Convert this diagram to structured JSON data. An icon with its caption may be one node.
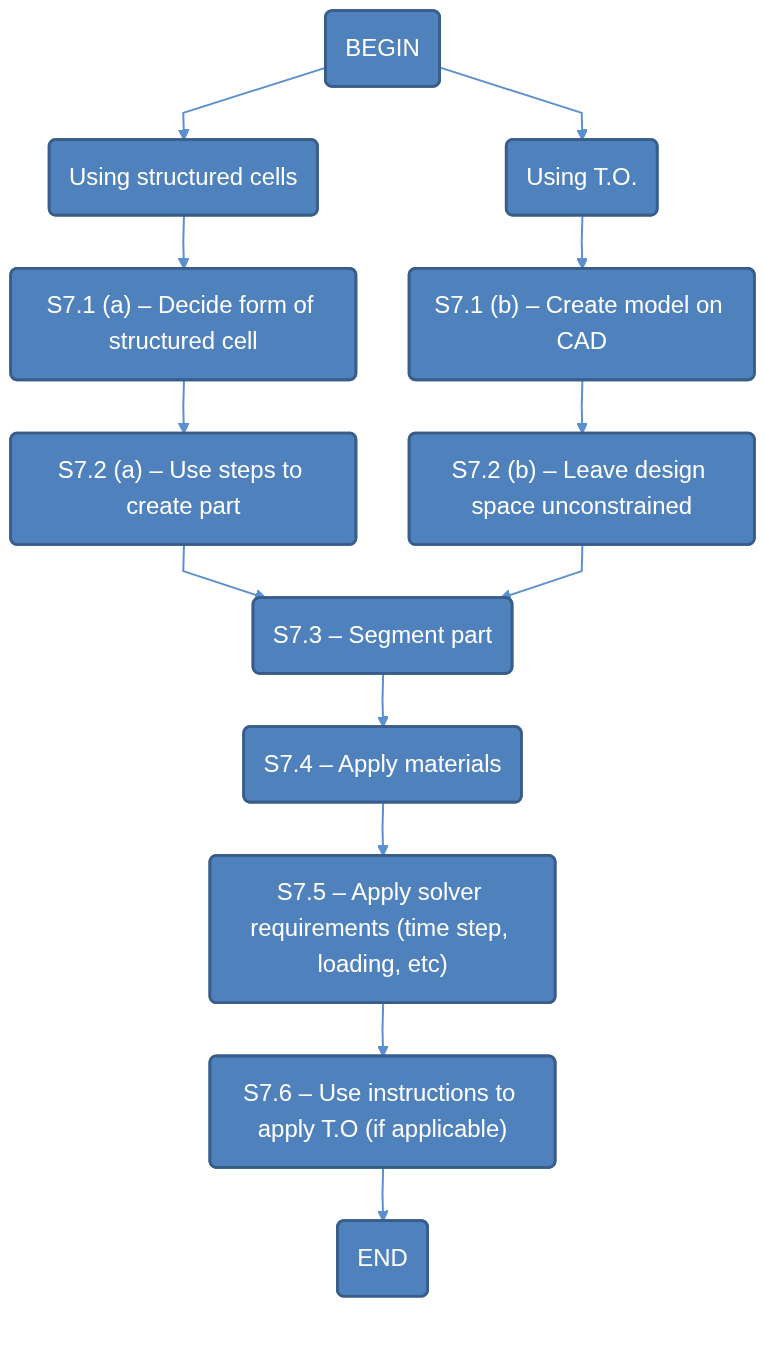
{
  "diagram": {
    "nodes": [
      {
        "text": [
          "BEGIN"
        ]
      },
      {
        "text": [
          "Using structured cells"
        ]
      },
      {
        "text": [
          "Using T.O."
        ]
      },
      {
        "text": [
          "S7.1 (a) – Decide form of structured cell"
        ]
      },
      {
        "text": [
          "S7.1 (b) – Create model on CAD"
        ]
      },
      {
        "text": [
          "S7.2 (a) – Use steps to create part"
        ]
      },
      {
        "text": [
          "S7.2 (b) – Leave design space unconstrained"
        ]
      },
      {
        "text": [
          "S7.3 – Segment part"
        ]
      },
      {
        "text": [
          "S7.4 – Apply materials"
        ]
      },
      {
        "text": [
          "S7.5 – Apply solver requirements (time step, loading, etc)"
        ]
      },
      {
        "text": [
          "S7.6 – Use instructions to apply T.O (if applicable)"
        ]
      },
      {
        "text": [
          "END"
        ]
      }
    ],
    "edges": [
      {
        "from": 0,
        "to": 1,
        "arrow": "to"
      },
      {
        "from": 0,
        "to": 2,
        "arrow": "to"
      },
      {
        "from": 1,
        "to": 3,
        "arrow": "to"
      },
      {
        "from": 2,
        "to": 4,
        "arrow": "to"
      },
      {
        "from": 3,
        "to": 5,
        "arrow": "to"
      },
      {
        "from": 4,
        "to": 6,
        "arrow": "to"
      },
      {
        "from": 5,
        "to": 7,
        "arrow": "to"
      },
      {
        "from": 6,
        "to": 7,
        "arrow": "to"
      },
      {
        "from": 7,
        "to": 8,
        "arrow": "to"
      },
      {
        "from": 8,
        "to": 9,
        "arrow": "to"
      },
      {
        "from": 9,
        "to": 10,
        "arrow": "to"
      },
      {
        "from": 10,
        "to": 11,
        "arrow": "to"
      }
    ]
  }
}
